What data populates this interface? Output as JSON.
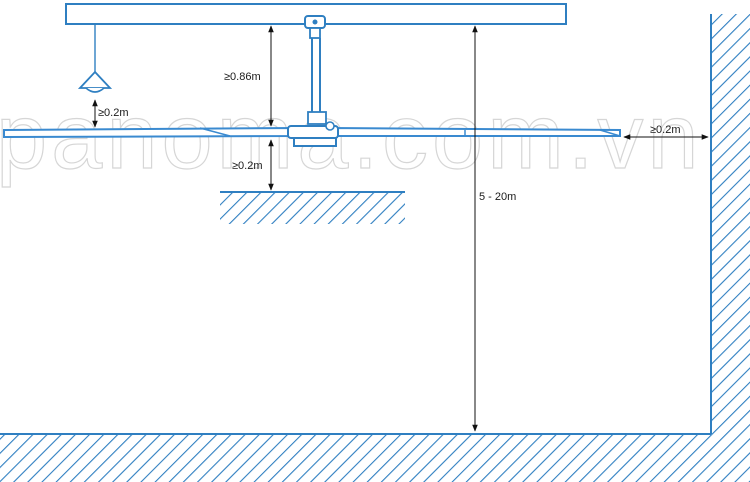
{
  "diagram": {
    "labels": {
      "ceiling_clearance": "≥0.86m",
      "light_clearance": "≥0.2m",
      "obstacle_clearance": "≥0.2m",
      "wall_clearance": "≥0.2m",
      "mount_height": "5 - 20m"
    },
    "watermark": "panoma.com.vn",
    "colors": {
      "structure": "#2f7fc1",
      "fan": "#3a8ad0",
      "dimension": "#111111"
    }
  }
}
